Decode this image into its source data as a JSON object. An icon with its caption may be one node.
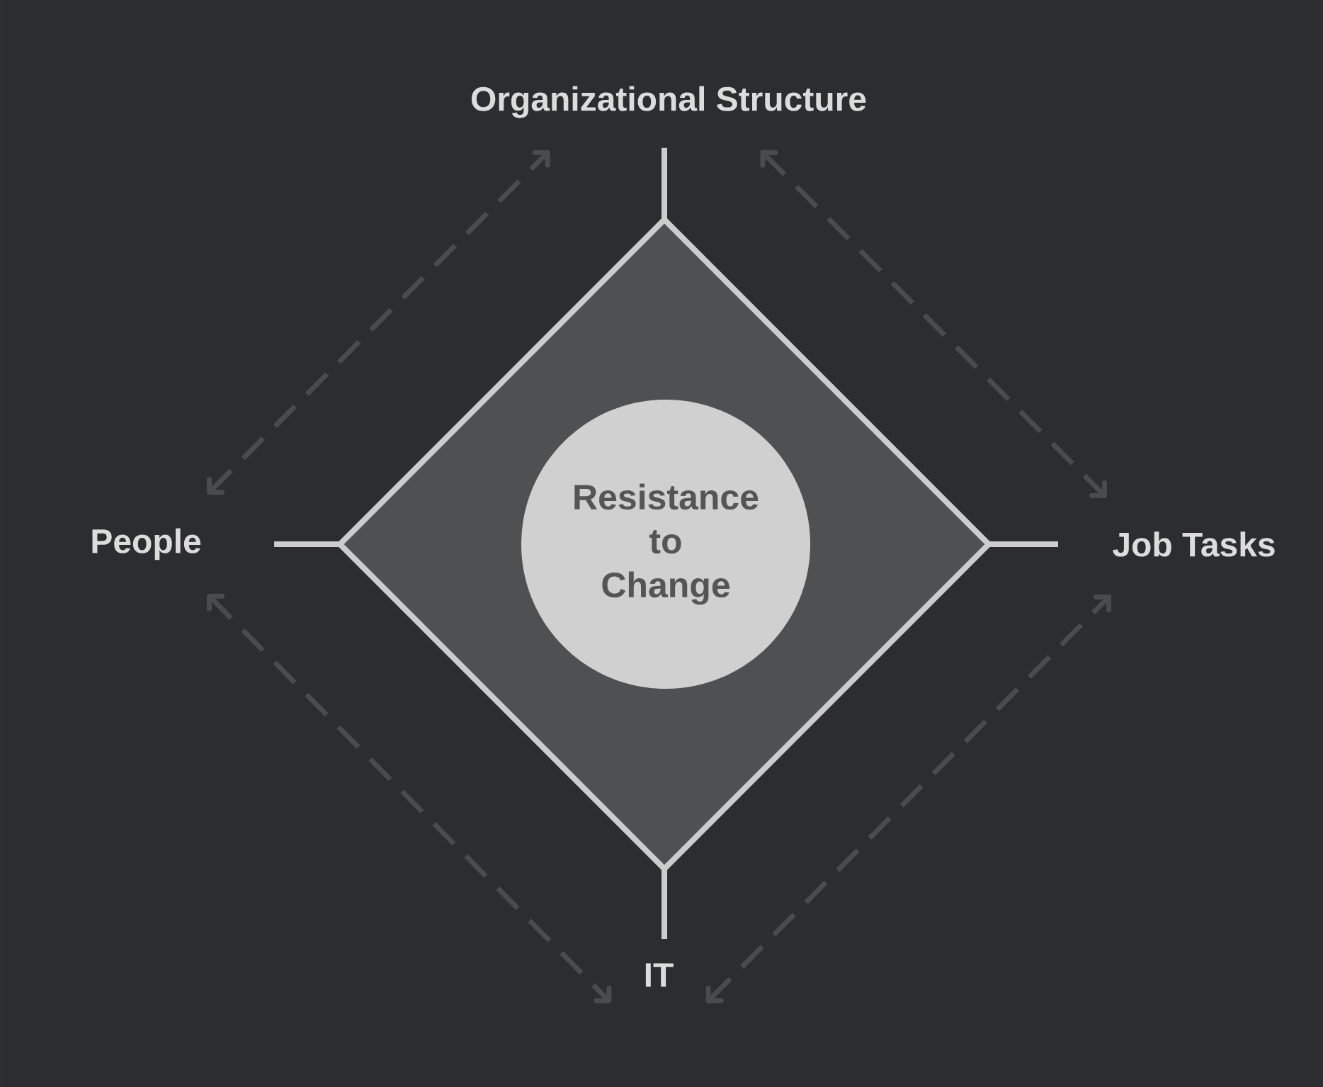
{
  "diagram": {
    "nodes": [
      {
        "text": [
          "Organizational Structure"
        ]
      },
      {
        "text": [],
        "shape": "diamond"
      },
      {
        "text": [
          "Resistance to Change"
        ],
        "in": 1
      },
      {
        "text": [
          "People"
        ]
      },
      {
        "text": [
          "Job Tasks"
        ]
      },
      {
        "text": [
          "IT"
        ]
      }
    ],
    "edges": [
      {
        "from": 1,
        "to": 0,
        "arrow": "none"
      },
      {
        "from": 1,
        "to": 3,
        "arrow": "none"
      },
      {
        "from": 1,
        "to": 4,
        "arrow": "none"
      },
      {
        "from": 1,
        "to": 5,
        "arrow": "none"
      },
      {
        "from": 3,
        "to": 0,
        "arrow": "both",
        "style": "dashed",
        "color": "#4a4b4d"
      },
      {
        "from": 0,
        "to": 4,
        "arrow": "both",
        "style": "dashed",
        "color": "#4a4b4d"
      },
      {
        "from": 3,
        "to": 5,
        "arrow": "both",
        "style": "dashed",
        "color": "#4a4b4d"
      },
      {
        "from": 5,
        "to": 4,
        "arrow": "both",
        "style": "dashed",
        "color": "#4a4b4d"
      }
    ]
  }
}
